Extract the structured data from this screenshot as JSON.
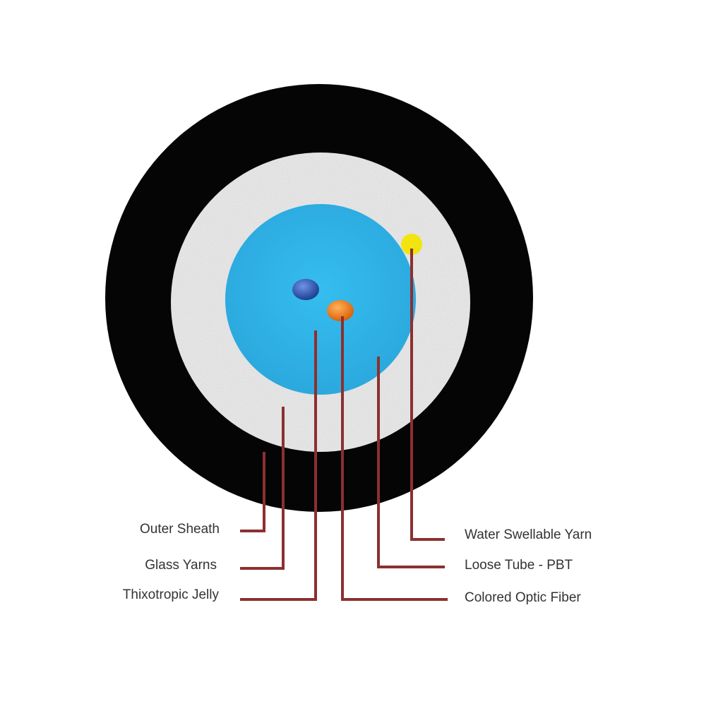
{
  "colors": {
    "background": "#ffffff",
    "outer_sheath": "#050505",
    "glass_yarns": "#ebebeb",
    "loose_tube": "#2fb3e6",
    "water_swellable_yarn": "#f2e40f",
    "fiber_blue": "#2a56b8",
    "fiber_orange": "#f07c12",
    "leader_line": "#8c3030",
    "label_text": "#333333"
  },
  "labels": {
    "outer_sheath": "Outer Sheath",
    "glass_yarns": "Glass Yarns",
    "thixotropic_jelly": "Thixotropic Jelly",
    "water_swellable_yarn": "Water Swellable Yarn",
    "loose_tube": "Loose Tube - PBT",
    "colored_optic_fiber": "Colored Optic Fiber"
  }
}
